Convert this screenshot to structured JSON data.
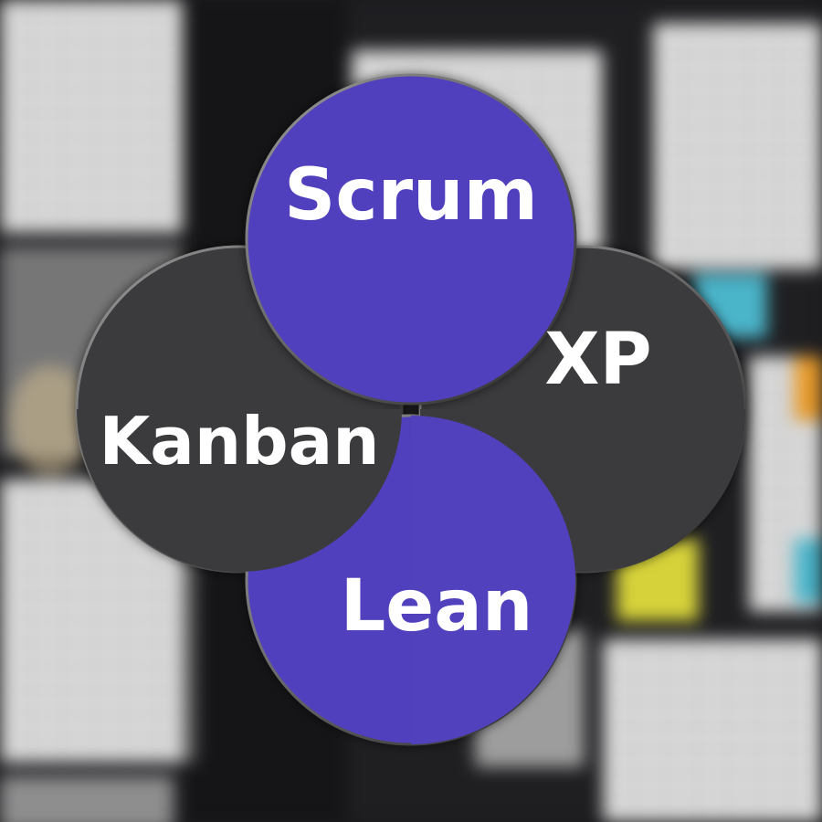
{
  "diagram": {
    "circles": [
      {
        "id": "scrum",
        "label": "Scrum",
        "color": "#5141bd"
      },
      {
        "id": "xp",
        "label": "XP",
        "color": "#3b3b3d"
      },
      {
        "id": "kanban",
        "label": "Kanban",
        "color": "#3b3b3d"
      },
      {
        "id": "lean",
        "label": "Lean",
        "color": "#5141bd"
      }
    ],
    "colors": {
      "purple": "#5141bd",
      "charcoal": "#3b3b3d",
      "background": "#1b1b1d"
    }
  }
}
